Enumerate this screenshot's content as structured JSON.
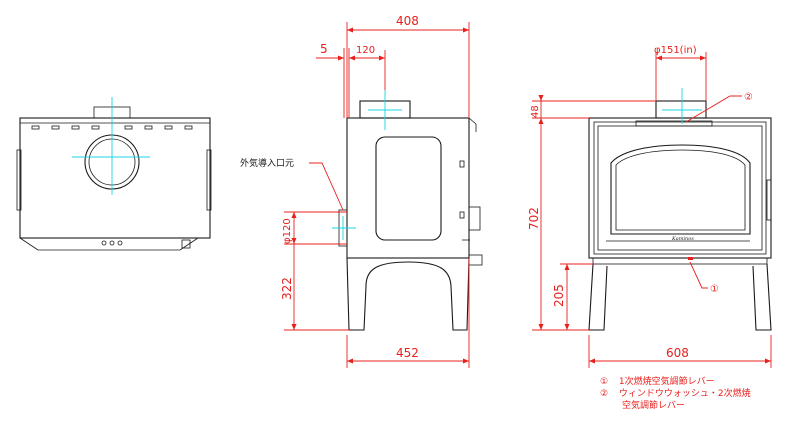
{
  "dimensions": {
    "top_width": "408",
    "offset": "5",
    "flue_offset": "120",
    "pipe_diameter": "φ151(in)",
    "height_flue": "48",
    "height_total": "702",
    "air_diameter": "φ120",
    "air_height": "322",
    "depth": "452",
    "width": "608",
    "leg_height": "205"
  },
  "labels": {
    "air_inlet": "外気導入口元",
    "brand": "Kaminos"
  },
  "callouts": {
    "c1": "①",
    "c2": "②"
  },
  "legend": {
    "item1_marker": "①",
    "item1_text": "1次燃焼空気調節レバー",
    "item2_marker": "②",
    "item2_text_line1": "ウィンドウウォッシュ・2次燃焼",
    "item2_text_line2": "空気調節レバー"
  },
  "colors": {
    "outline": "#1a1a1a",
    "dimension": "#e8201c",
    "centerline": "#19d6e0"
  }
}
